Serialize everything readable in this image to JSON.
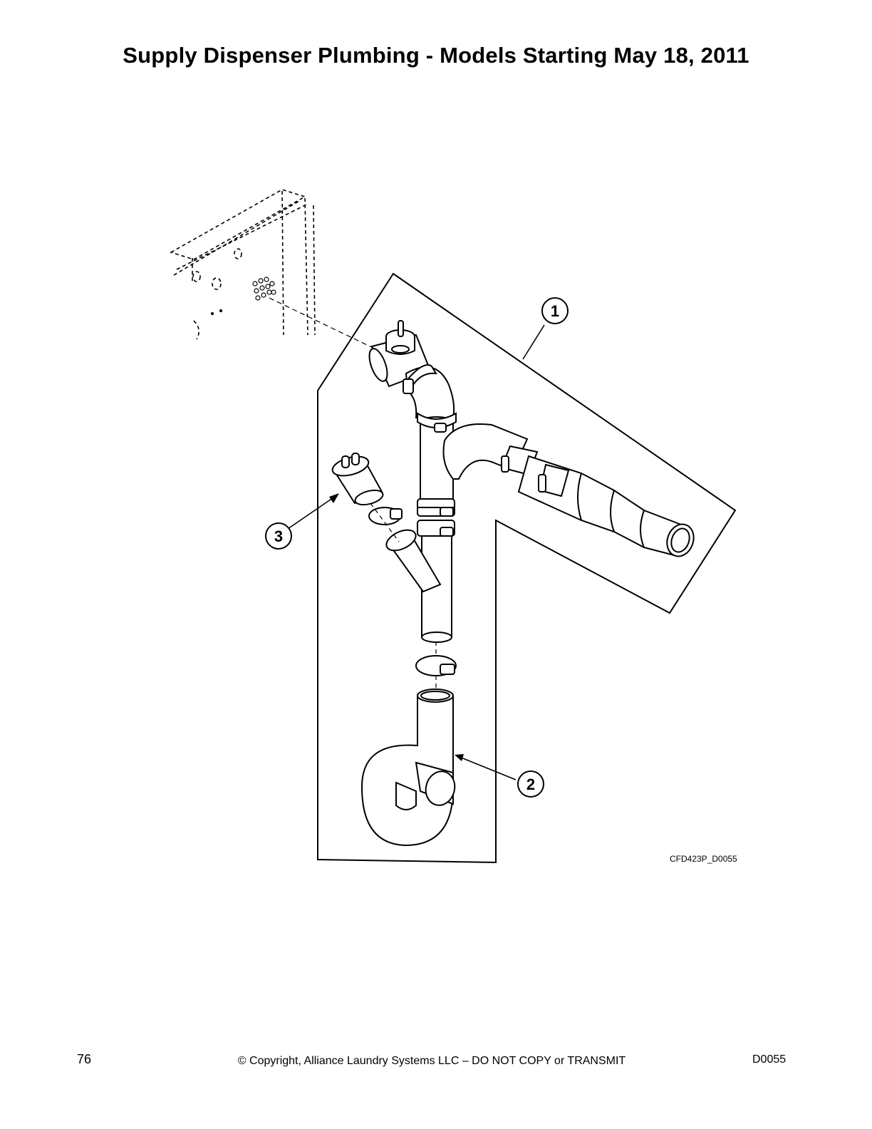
{
  "page": {
    "title": "Supply Dispenser Plumbing - Models Starting May 18, 2011",
    "figure_code": "CFD423P_D0055",
    "page_number": "76",
    "copyright": "© Copyright, Alliance Laundry Systems LLC – DO NOT COPY or TRANSMIT",
    "doc_code": "D0055"
  },
  "callouts": [
    {
      "label": "1"
    },
    {
      "label": "2"
    },
    {
      "label": "3"
    }
  ],
  "icons": {
    "hose-clamp": "hose-clamp-icon",
    "elbow": "elbow-pipe-icon",
    "trap": "p-trap-icon"
  }
}
